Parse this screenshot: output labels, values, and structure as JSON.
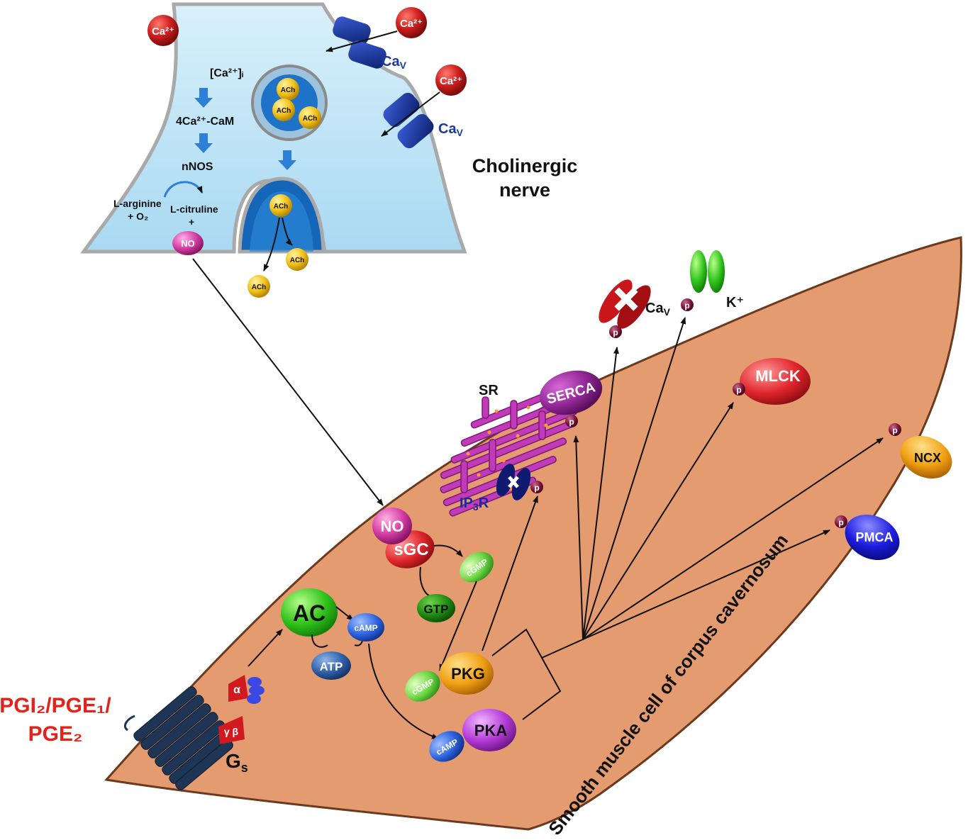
{
  "nerve": {
    "title_line1": "Cholinergic",
    "title_line2": "nerve",
    "ca_ion": "Ca²⁺",
    "channel_label": "Ca",
    "channel_sub": "V",
    "ca_intracellular": "[Ca²⁺]ᵢ",
    "cam_complex": "4Ca²⁺-CaM",
    "nnos": "nNOS",
    "l_arginine": "L-arginine",
    "o2": "+ O₂",
    "l_citruline": "L-citruline",
    "plus": "+",
    "no": "NO",
    "ach": "ACh"
  },
  "cell": {
    "label": "Smooth muscle cell of corpus cavernosum",
    "agonist_line1": "PGI₂/PGE₁/",
    "agonist_line2": "PGE₂",
    "gs": "G",
    "gs_sub": "s",
    "alpha": "α",
    "gamma_beta": "γ β",
    "ac": "AC",
    "atp": "ATP",
    "camp": "cAMP",
    "no": "NO",
    "sgc": "sGC",
    "gtp": "GTP",
    "cgmp": "cGMP",
    "pkg": "PKG",
    "pka": "PKA",
    "sr": "SR",
    "serca": "SERCA",
    "ip3r_main": "IP",
    "ip3r_sub": "3",
    "ip3r_end": "R",
    "cav": "Ca",
    "cav_sub": "V",
    "k": "K⁺",
    "mlck": "MLCK",
    "ncx": "NCX",
    "pmca": "PMCA",
    "p": "p"
  },
  "colors": {
    "cell_fill": "#e39b6f",
    "nerve_fill": "#bfe3f6",
    "calcium": "#c8161b",
    "channel": "#1a3a9c",
    "ach": "#f2c318",
    "no": "#d63fa6",
    "agonist_text": "#e2231a"
  }
}
